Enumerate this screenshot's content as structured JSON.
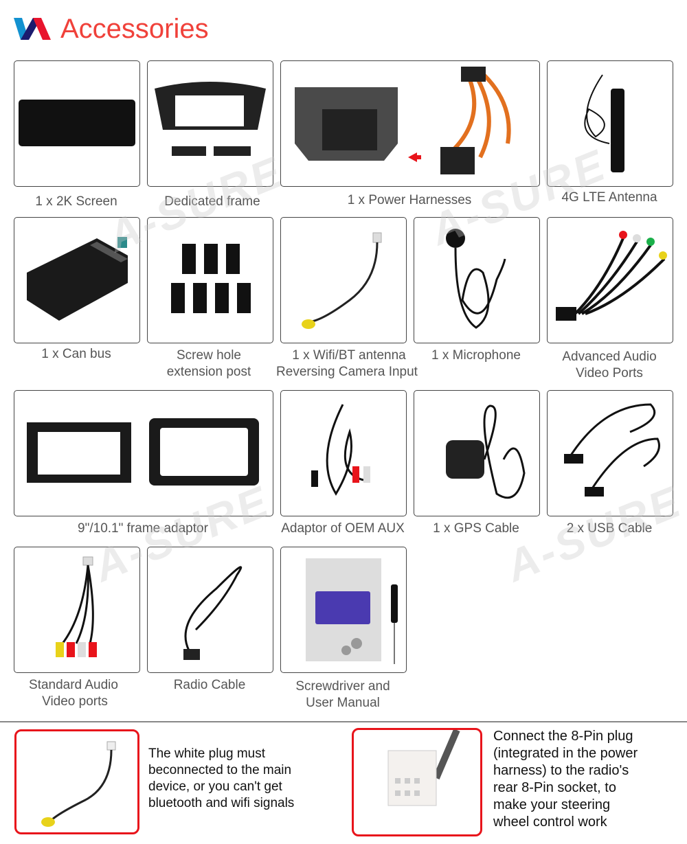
{
  "header": {
    "title": "Accessories",
    "logo": "VA"
  },
  "watermark": "A-SURE",
  "items": [
    {
      "label": "1 x 2K Screen"
    },
    {
      "label": "Dedicated frame"
    },
    {
      "label": "1 x Power Harnesses"
    },
    {
      "label": "4G LTE Antenna"
    },
    {
      "label": "1 x Can bus"
    },
    {
      "label1": "Screw hole",
      "label2": "extension post"
    },
    {
      "label1": "1 x Wifi/BT antenna",
      "label2": "Reversing Camera Input"
    },
    {
      "label": "1 x Microphone"
    },
    {
      "label1": "Advanced Audio",
      "label2": "Video Ports"
    },
    {
      "label": "9\"/10.1\" frame adaptor"
    },
    {
      "label": "Adaptor of OEM AUX"
    },
    {
      "label": "1 x GPS Cable"
    },
    {
      "label": "2 x USB Cable"
    },
    {
      "label1": "Standard Audio",
      "label2": "Video ports"
    },
    {
      "label": "Radio Cable"
    },
    {
      "label1": "Screwdriver and",
      "label2": "User Manual"
    }
  ],
  "notes": [
    {
      "text": "The white plug must\nbeconnected to the main\ndevice, or you can't get\nbluetooth and wifi signals"
    },
    {
      "text": "Connect the 8-Pin plug\n(integrated in the power\nharness) to the radio's\nrear 8-Pin socket, to\nmake your steering\nwheel control work"
    }
  ],
  "colors": {
    "title": "#f0413a",
    "note_border": "#e8141b",
    "logo_blue": "#1291d0",
    "logo_navy": "#1b1b6e",
    "logo_red": "#e8142d"
  }
}
